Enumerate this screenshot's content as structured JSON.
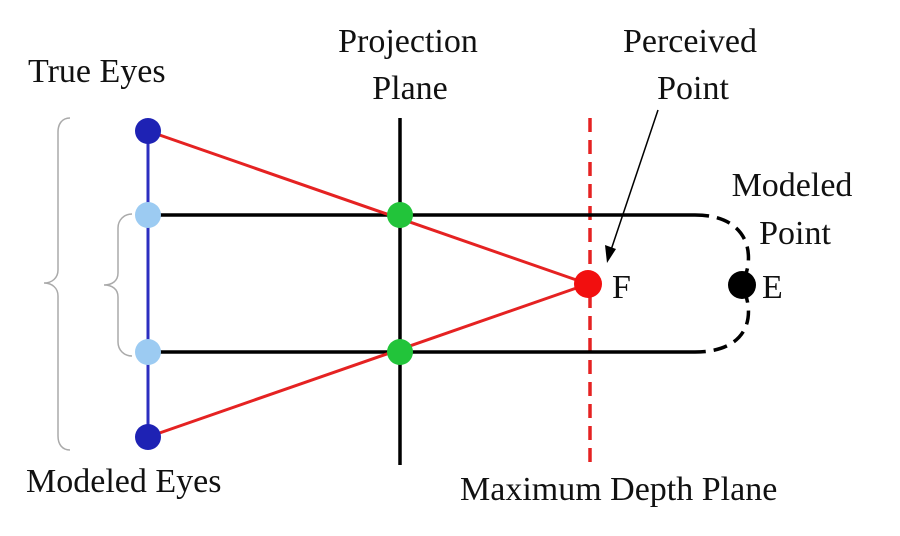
{
  "labels": {
    "true_eyes": "True Eyes",
    "projection_plane_line1": "Projection",
    "projection_plane_line2": "Plane",
    "perceived_point_line1": "Perceived",
    "perceived_point_line2": "Point",
    "modeled_point_line1": "Modeled",
    "modeled_point_line2": "Point",
    "point_f": "F",
    "point_e": "E",
    "modeled_eyes": "Modeled Eyes",
    "max_depth_plane": "Maximum Depth Plane"
  },
  "colors": {
    "true_eye": "#1e22b4",
    "modeled_eye": "#9ccbf2",
    "eye_baseline": "#2c2fc0",
    "projection_point": "#22c43a",
    "ray": "#e52222",
    "perceived_point": "#f20f0f",
    "modeled_point": "#000000",
    "line": "#000000",
    "brace": "#aaaaaa"
  }
}
